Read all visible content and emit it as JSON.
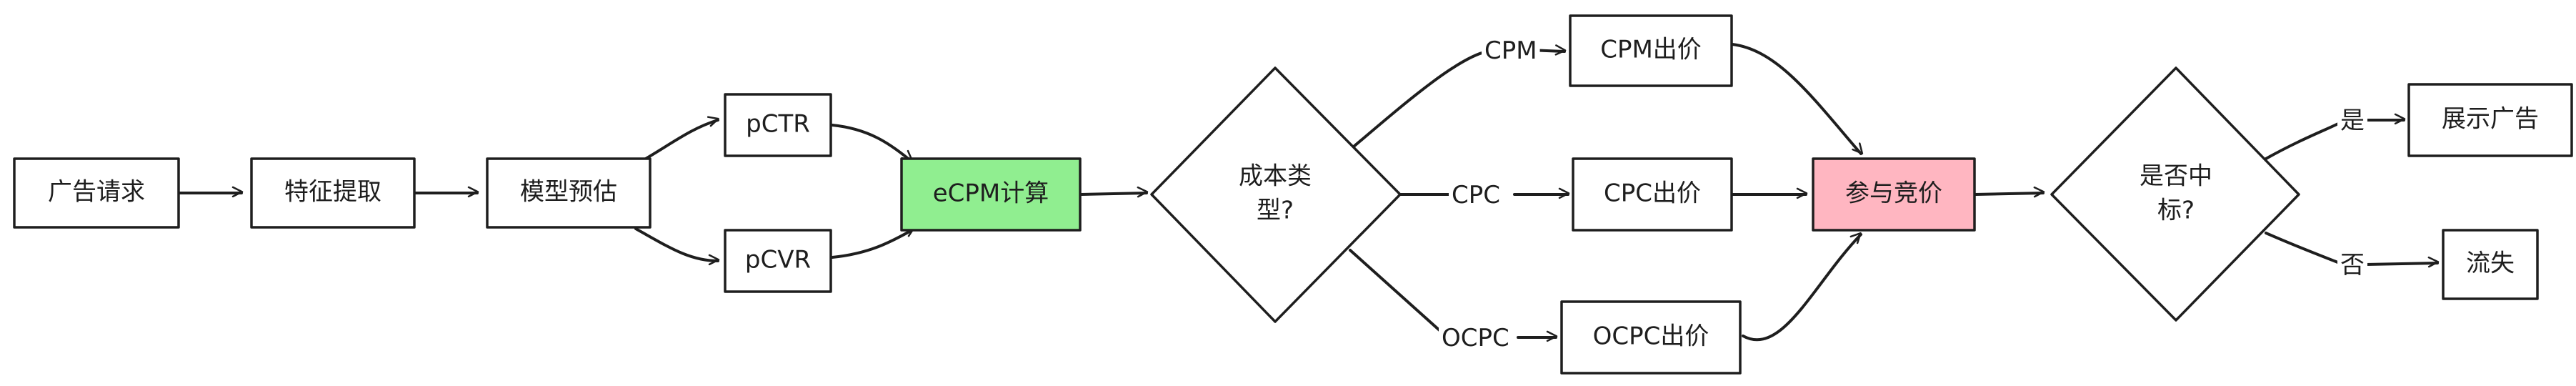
{
  "nodes": {
    "ad_request": "广告请求",
    "feature_extraction": "特征提取",
    "model_estimation": "模型预估",
    "pctr": "pCTR",
    "pcvr": "pCVR",
    "ecpm_calc": "eCPM计算",
    "cost_type_line1": "成本类",
    "cost_type_line2": "型?",
    "cpm_bid": "CPM出价",
    "cpc_bid": "CPC出价",
    "ocpc_bid": "OCPC出价",
    "auction": "参与竞价",
    "win_line1": "是否中",
    "win_line2": "标?",
    "show_ad": "展示广告",
    "lost": "流失"
  },
  "edge_labels": {
    "cpm": "CPM",
    "cpc": "CPC",
    "ocpc": "OCPC",
    "yes": "是",
    "no": "否"
  },
  "colors": {
    "stroke": "#1e1e1e",
    "node_fill": "#ffffff",
    "ecpm_fill": "#90ee90",
    "auction_fill": "#ffb6c1"
  }
}
